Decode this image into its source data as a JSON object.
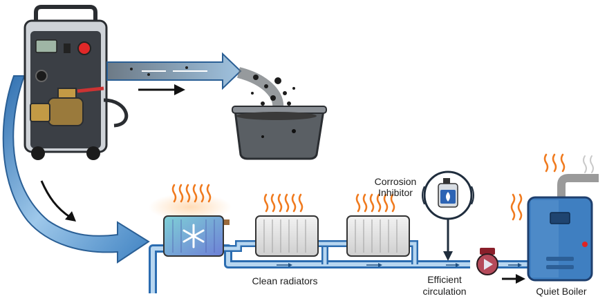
{
  "labels": {
    "corrosion_inhibitor_line1": "Corrosion",
    "corrosion_inhibitor_line2": "Inhibitor",
    "clean_radiators": "Clean radiators",
    "efficient_line1": "Efficient",
    "efficient_line2": "circulation",
    "quiet_boiler": "Quiet Boiler"
  },
  "icons": [
    "flushing-machine-icon",
    "snowflake-icon",
    "heat-waves-icon",
    "inhibitor-bottle-icon",
    "pump-icon",
    "boiler-icon",
    "sludge-bucket-icon"
  ],
  "colors": {
    "pipe": "#5b93c9",
    "pipe_light": "#bcd8ef",
    "heat": "#f07a1e",
    "boiler": "#3f7fc1",
    "machine": "#3b3f45",
    "sludge": "#2a2a2a"
  }
}
